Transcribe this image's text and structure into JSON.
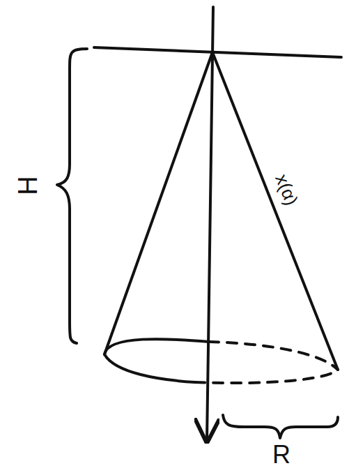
{
  "diagram": {
    "labels": [
      "H",
      "R",
      "x(α)"
    ]
  }
}
